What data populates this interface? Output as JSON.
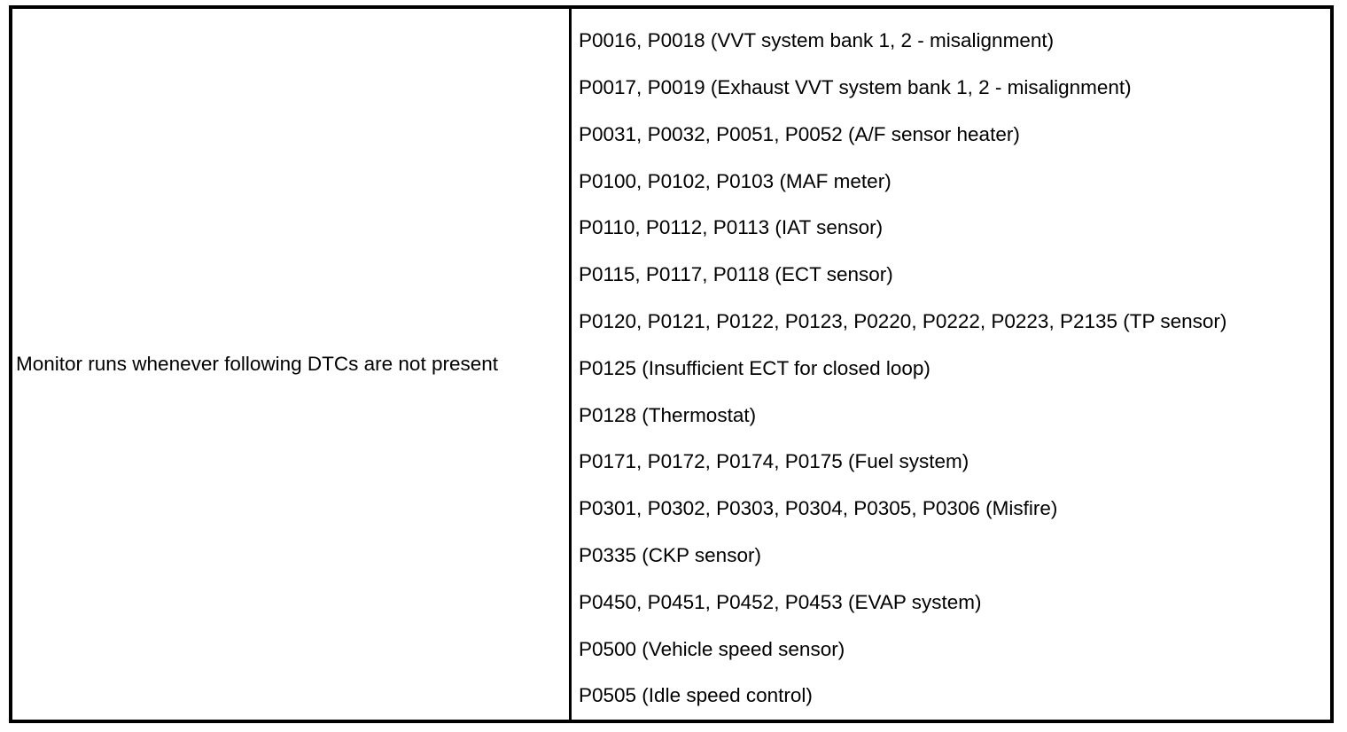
{
  "table": {
    "condition_label": "Monitor runs whenever following DTCs are not present",
    "dtc_rows": [
      {
        "text": "P0016, P0018 (VVT system bank 1, 2 - misalignment)"
      },
      {
        "text": "P0017, P0019 (Exhaust VVT system bank 1, 2 - misalignment)"
      },
      {
        "text": "P0031, P0032, P0051, P0052 (A/F sensor heater)"
      },
      {
        "text": "P0100, P0102, P0103 (MAF meter)"
      },
      {
        "text": "P0110, P0112, P0113 (IAT sensor)"
      },
      {
        "text": "P0115, P0117, P0118 (ECT sensor)"
      },
      {
        "text": "P0120, P0121, P0122, P0123, P0220, P0222, P0223, P2135 (TP sensor)"
      },
      {
        "text": "P0125 (Insufficient ECT for closed loop)"
      },
      {
        "text": "P0128 (Thermostat)"
      },
      {
        "text": "P0171, P0172, P0174, P0175 (Fuel system)"
      },
      {
        "text": "P0301, P0302, P0303, P0304, P0305, P0306 (Misfire)"
      },
      {
        "text": "P0335 (CKP sensor)"
      },
      {
        "text": "P0450, P0451, P0452, P0453 (EVAP system)"
      },
      {
        "text": "P0500 (Vehicle speed sensor)"
      },
      {
        "text": "P0505 (Idle speed control)"
      }
    ]
  },
  "colors": {
    "text": "#000000",
    "background": "#ffffff",
    "border": "#000000"
  }
}
